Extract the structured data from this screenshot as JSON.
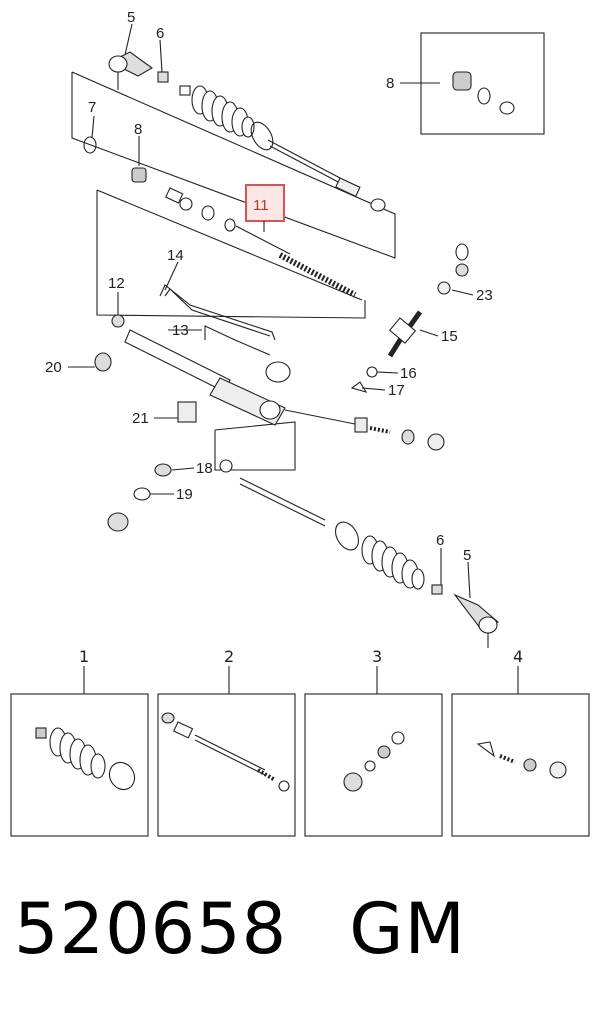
{
  "labels": {
    "l5a": "5",
    "l6a": "6",
    "l8a": "8",
    "l8b": "8",
    "l7": "7",
    "l11": "11",
    "l14": "14",
    "l12": "12",
    "l23": "23",
    "l13": "13",
    "l15": "15",
    "l20": "20",
    "l16": "16",
    "l17": "17",
    "l21": "21",
    "l18": "18",
    "l19": "19",
    "l6b": "6",
    "l5b": "5",
    "k1": "1",
    "k2": "2",
    "k3": "3",
    "k4": "4"
  },
  "highlight_color": "#d9534f",
  "part_number": "520658",
  "manufacturer": "GM"
}
